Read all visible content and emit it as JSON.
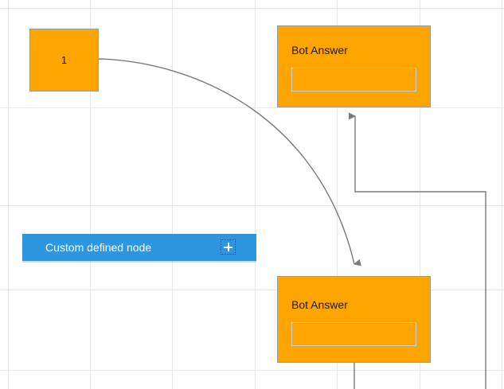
{
  "canvas": {
    "background_color": "#ffffff",
    "grid_color": "#e8e8e8",
    "grid_vertical_x": [
      10,
      113,
      216,
      320,
      423,
      527,
      630
    ],
    "grid_horizontal_y": [
      10,
      135,
      258,
      364,
      465
    ]
  },
  "theme": {
    "node_fill": "#ffa500",
    "node_border": "#9b9b9b",
    "palette_fill": "#2e95df",
    "connector_color": "#7a7a7a",
    "slot_border": "#cfcfcf",
    "text_color": "#1a1a1a",
    "palette_text_color": "#ffffff"
  },
  "nodes": [
    {
      "id": "node-1",
      "type": "simple",
      "label": "1"
    },
    {
      "id": "bot-answer-top",
      "type": "card",
      "title": "Bot Answer",
      "slot_value": "",
      "slot_placeholder": ""
    },
    {
      "id": "bot-answer-bottom",
      "type": "card",
      "title": "Bot Answer",
      "slot_value": "",
      "slot_placeholder": ""
    }
  ],
  "palette": {
    "label": "Custom defined node",
    "add_icon": "plus-icon"
  },
  "connectors": [
    {
      "id": "edge-node1-to-bottom",
      "from": "node-1",
      "to": "bot-answer-bottom",
      "style": "curved",
      "arrow": "down"
    },
    {
      "id": "edge-loop-to-top",
      "from": "bot-answer-bottom",
      "to": "bot-answer-top",
      "style": "orthogonal",
      "arrow": "up"
    },
    {
      "id": "edge-bottom-stub",
      "from": "bot-answer-bottom",
      "to": "",
      "style": "straight",
      "arrow": "none"
    }
  ]
}
